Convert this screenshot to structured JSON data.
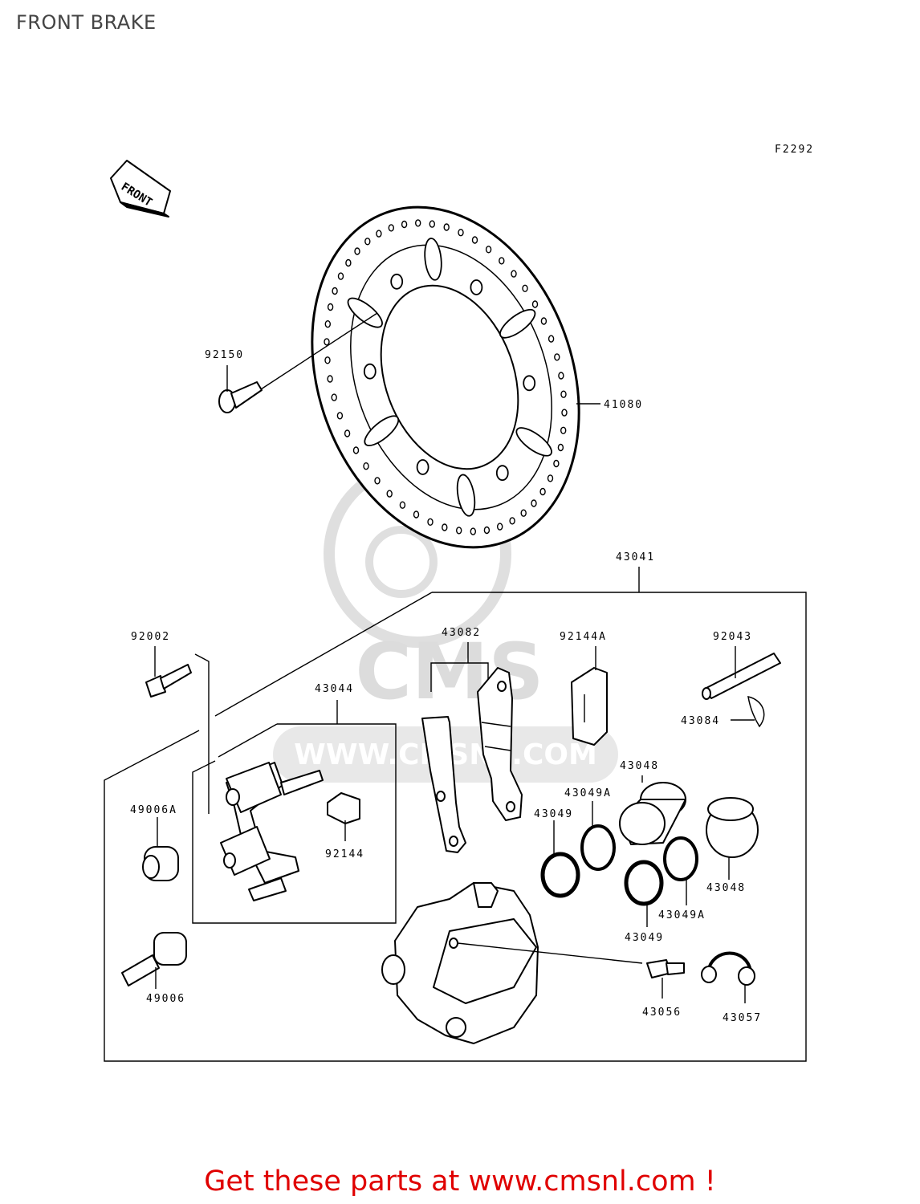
{
  "title": "FRONT BRAKE",
  "figure_code": "F2292",
  "front_arrow_text": "FRONT",
  "watermark": {
    "logo": "CMS",
    "url": "WWW.CMSNL.COM"
  },
  "footer": "Get these parts at www.cmsnl.com !",
  "colors": {
    "footer_text": "#e00000",
    "line_art": "#000000",
    "watermark": "#d9d9d9"
  },
  "parts": {
    "p92150": "92150",
    "p41080": "41080",
    "p43041": "43041",
    "p92002": "92002",
    "p43082": "43082",
    "p92144A": "92144A",
    "p92043": "92043",
    "p43044": "43044",
    "p43084": "43084",
    "p43048a": "43048",
    "p49006A": "49006A",
    "p43049A_a": "43049A",
    "p43049_a": "43049",
    "p92144": "92144",
    "p43048b": "43048",
    "p43049A_b": "43049A",
    "p43049_b": "43049",
    "p49006": "49006",
    "p43056": "43056",
    "p43057": "43057"
  }
}
